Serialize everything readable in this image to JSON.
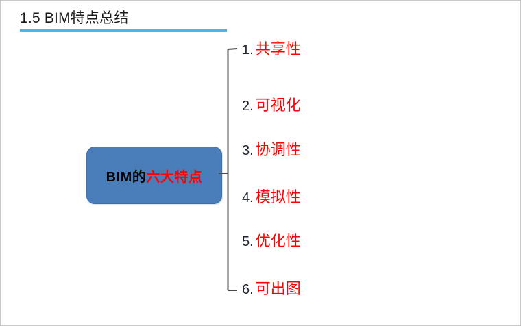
{
  "slide": {
    "title": "1.5 BIM特点总结",
    "accent_underline_color": "#49b6ea",
    "background_color": "#ffffff"
  },
  "center_node": {
    "label_prefix": "BIM的",
    "label_highlight": "六大特点",
    "fill_color": "#4a7ebb",
    "prefix_color": "#000000",
    "highlight_color": "#ff0000"
  },
  "items": [
    {
      "number": "1.",
      "label": "共享性"
    },
    {
      "number": "2.",
      "label": "可视化"
    },
    {
      "number": "3.",
      "label": "协调性"
    },
    {
      "number": "4.",
      "label": "模拟性"
    },
    {
      "number": "5.",
      "label": "优化性"
    },
    {
      "number": "6.",
      "label": "可出图"
    }
  ]
}
